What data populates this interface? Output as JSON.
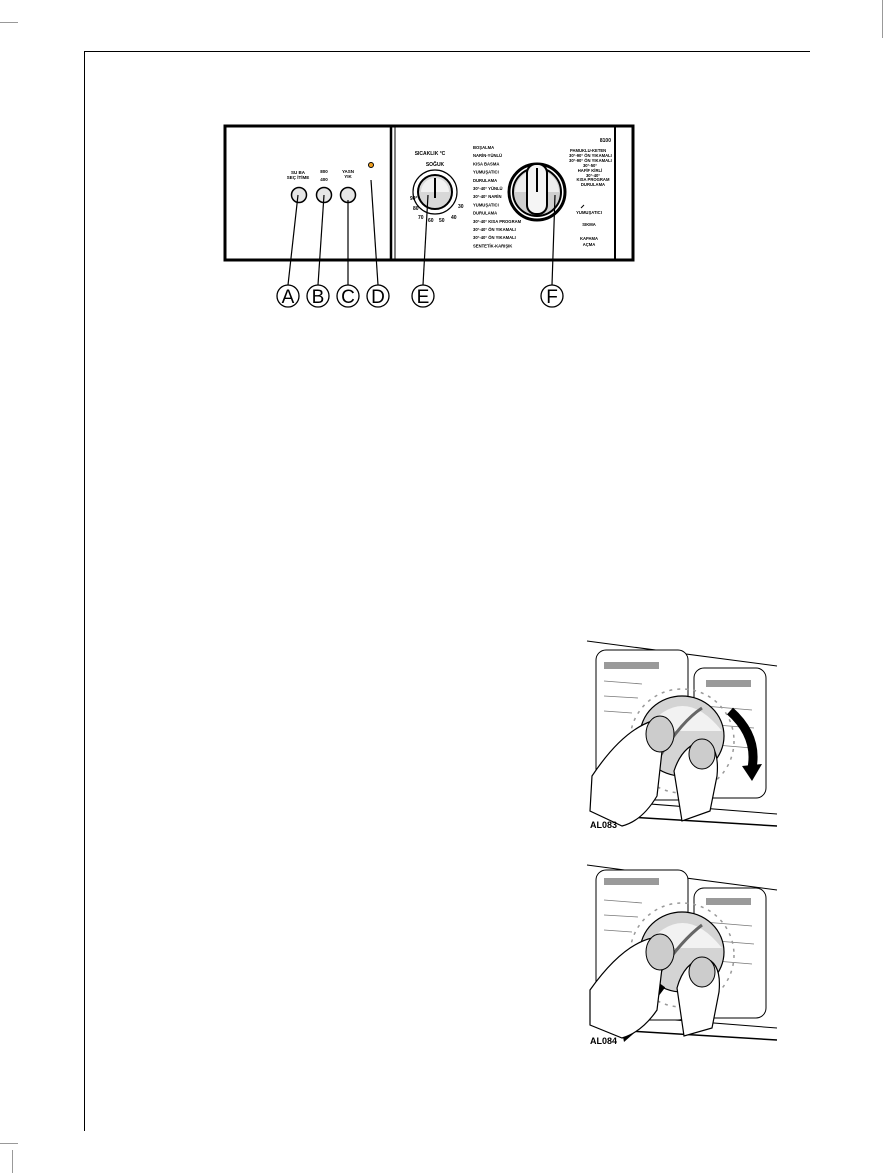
{
  "panel": {
    "model": "8100",
    "buttons": [
      {
        "line1": "SU BA",
        "line2": "SEÇ İTİME"
      },
      {
        "line1": "800",
        "line2": "400"
      },
      {
        "line1": "YASN",
        "line2": "YIK"
      }
    ],
    "temp_dial": {
      "heading": "SICAKLIK °C",
      "cold": "SOĞUK",
      "scale": [
        "90°",
        "80",
        "70",
        "60",
        "50",
        "40",
        "30"
      ]
    },
    "program_dial": {
      "left_labels": [
        "BOŞALMA",
        "NARİN-YÜNLÜ",
        "KISA BASMA",
        "YUMUŞATICI",
        "DURULAMA",
        "30°-40° YÜNLÜ",
        "30°-40° NARİN",
        "YUMUŞATICI",
        "DURULAMA",
        "30°-40° KISA PROGRAM",
        "30°-40° ÖN YIKAMALI",
        "30°-40° ÖN YIKAMALI",
        "SENTETİK-KARIŞIK"
      ],
      "right_labels": [
        "PAMUKLU-KETEN",
        "30°-90° ÖN YIKAMALI",
        "30°-90° ÖN YIKAMALI",
        "30°-50°",
        "HAFİF KİRLİ",
        "30°-40°",
        "KISA PROGRAM",
        "DURULAMA",
        "YUMUŞATICI",
        "SIKMA",
        "KAPAMA",
        "AÇMA"
      ]
    }
  },
  "callouts": [
    "A",
    "B",
    "C",
    "D",
    "E",
    "F"
  ],
  "figures": [
    {
      "code": "AL083"
    },
    {
      "code": "AL084"
    }
  ]
}
